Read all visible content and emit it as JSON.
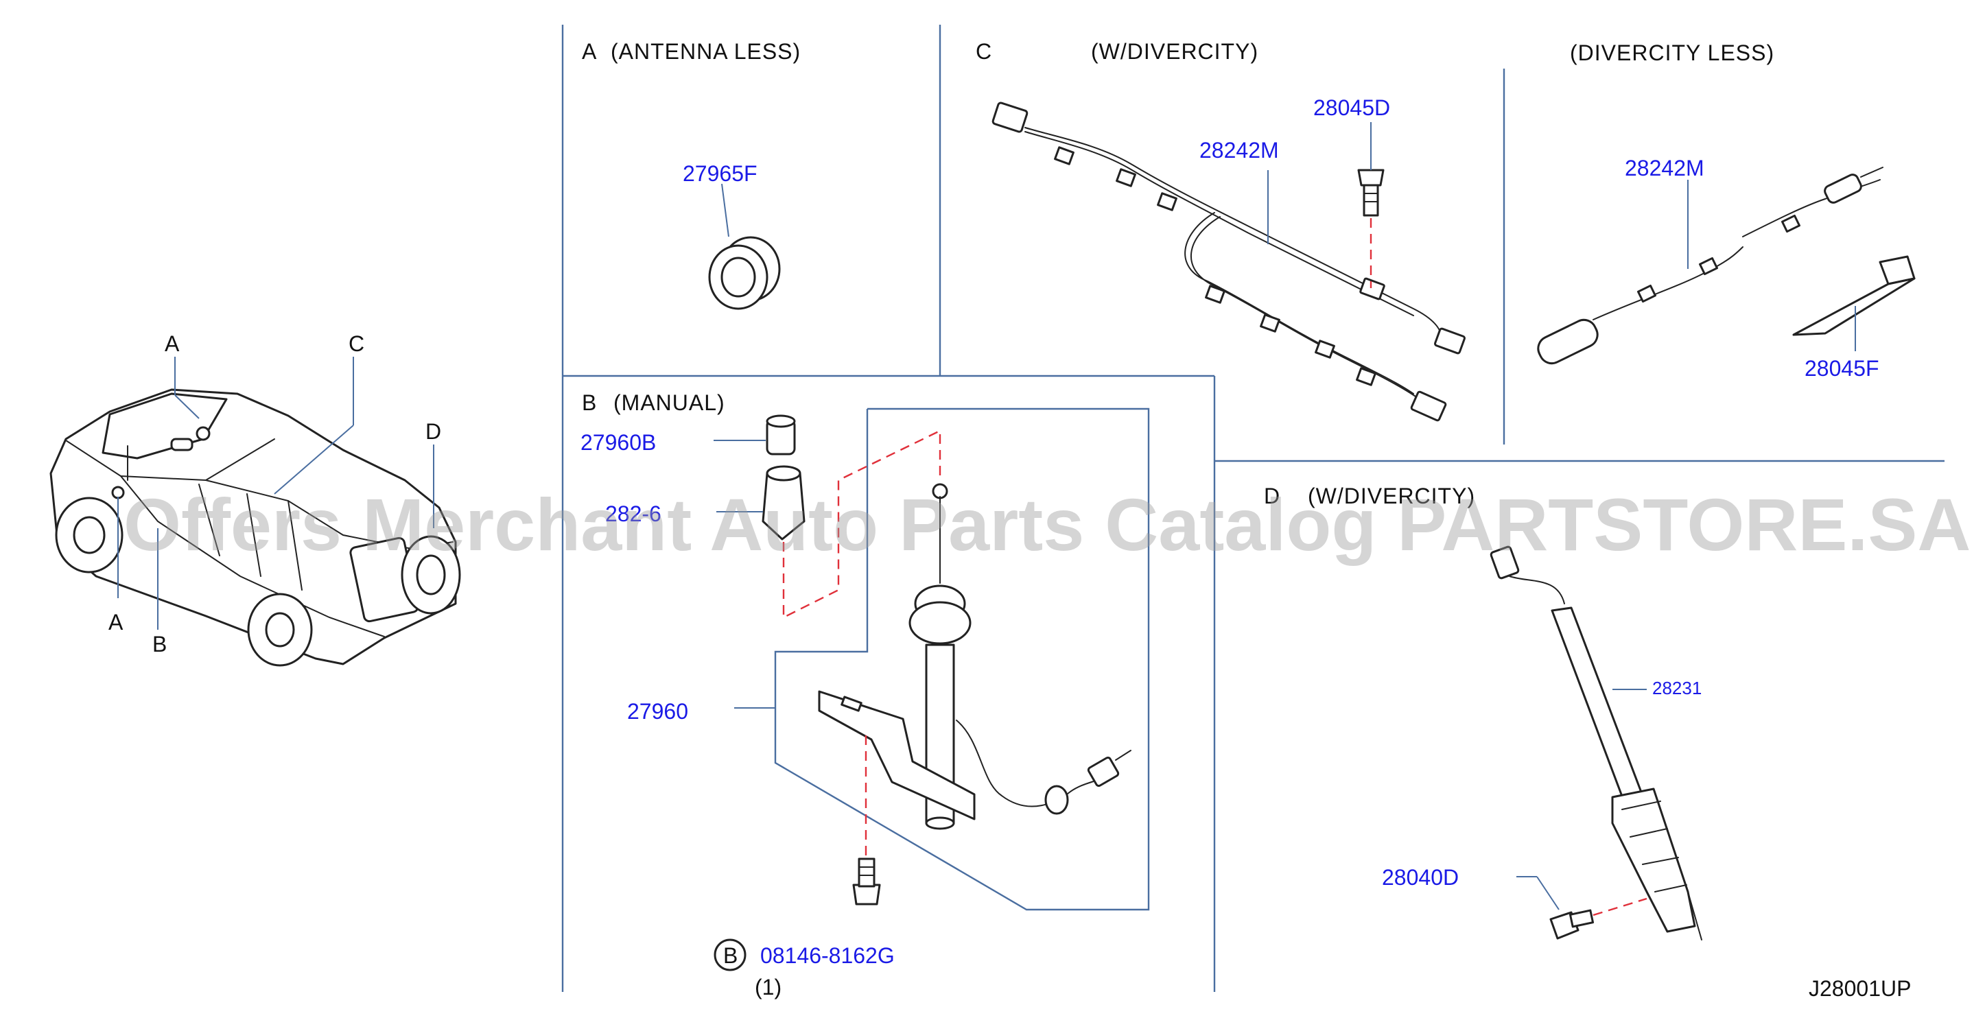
{
  "sections": {
    "A": {
      "letter": "A",
      "title": "(ANTENNA   LESS)"
    },
    "B": {
      "letter": "B",
      "title": "(MANUAL)"
    },
    "C": {
      "letter": "C",
      "title": "(W/DIVERCITY)"
    },
    "C2": {
      "title": "(DIVERCITY   LESS)"
    },
    "D": {
      "letter": "D",
      "title": "(W/DIVERCITY)"
    }
  },
  "vehicle_callouts": [
    "A",
    "C",
    "D",
    "A",
    "B"
  ],
  "parts": {
    "p27965F": "27965F",
    "p27960B": "27960B",
    "p282x6": "282-6",
    "p27960": "27960",
    "p08146": "08146-8162G",
    "p08146_qty": "(1)",
    "p08146_ref": "B",
    "p28045D": "28045D",
    "p28242M_c": "28242M",
    "p28242M_c2": "28242M",
    "p28045F": "28045F",
    "p28231": "28231",
    "p28040D": "28040D"
  },
  "diagram_code": "J28001UP",
  "watermark": "Offers Merchant Auto Parts Catalog PARTSTORE.SA",
  "colors": {
    "frame": "#4a6ea0",
    "part_number": "#1a1ae6",
    "dashed_line": "#e0303a",
    "watermark": "#9a9a9a"
  }
}
